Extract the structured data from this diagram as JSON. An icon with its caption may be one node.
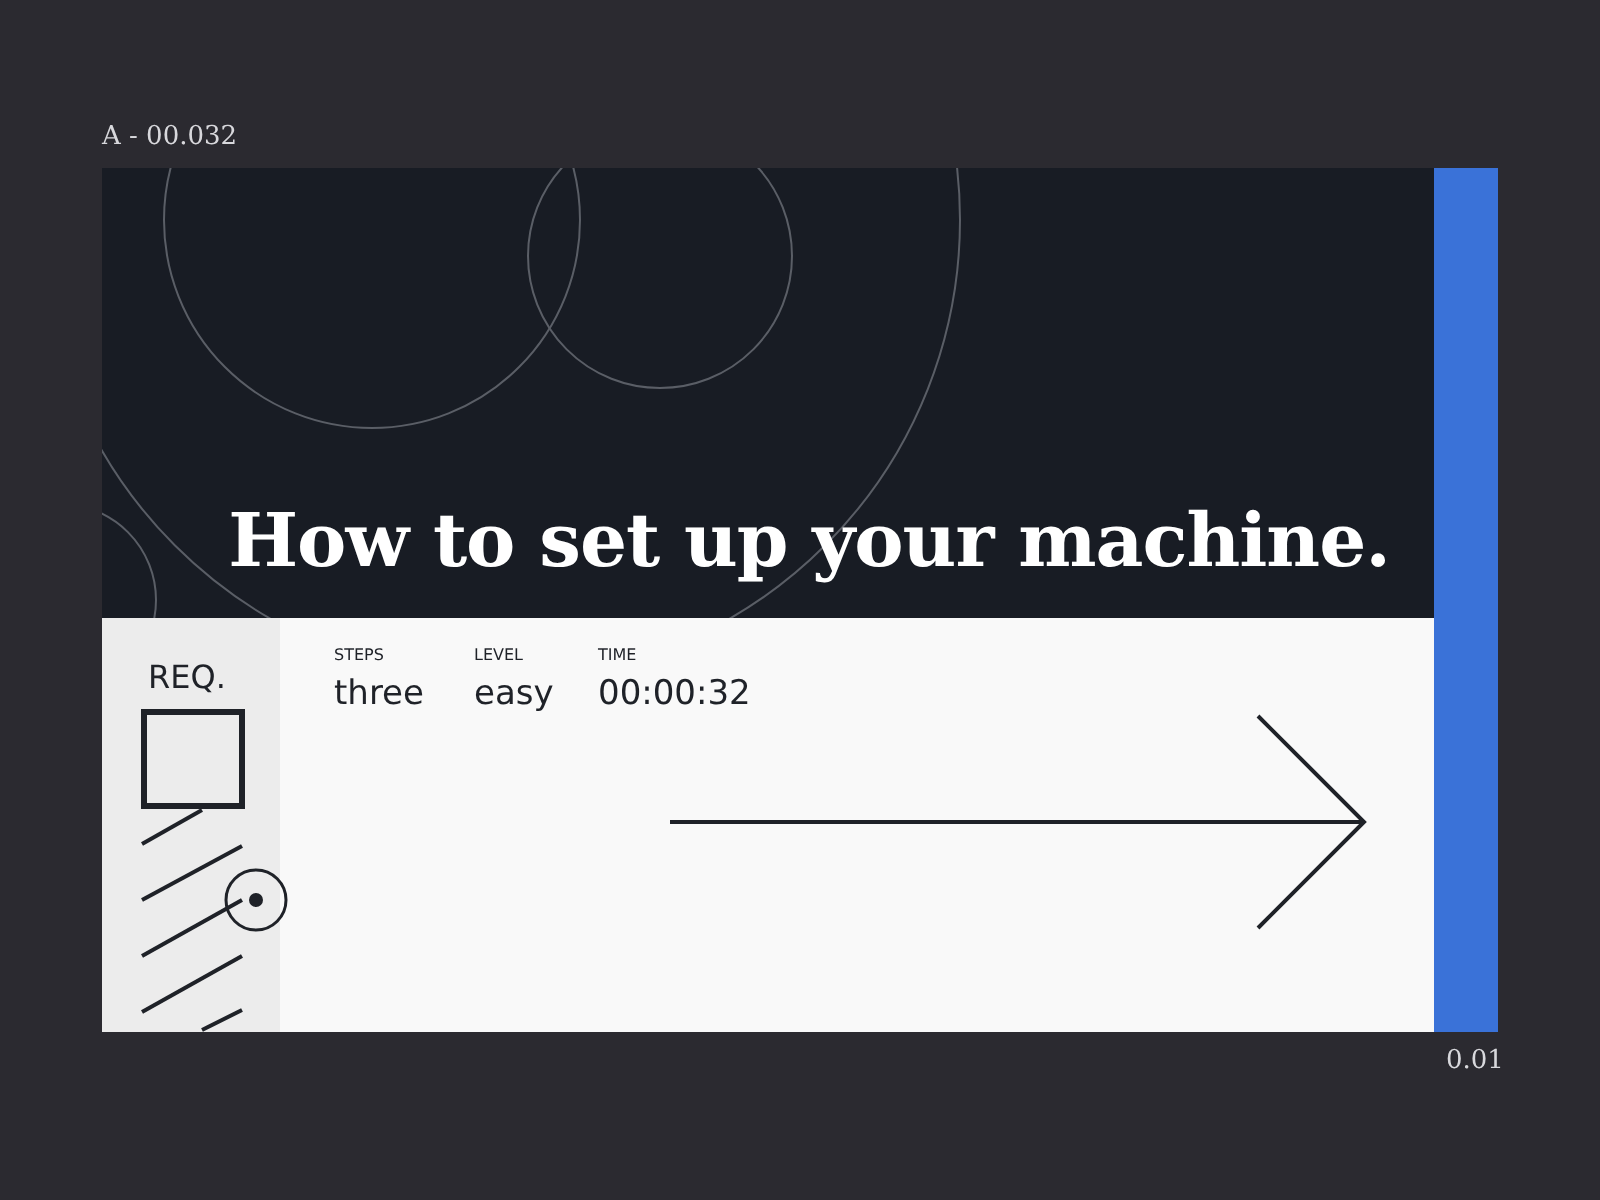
{
  "diagram": {
    "title": "How to set up your machine.",
    "labels": [
      "A - 00.032",
      "REQ.",
      "STEPS",
      "three",
      "LEVEL",
      "easy",
      "TIME",
      "00:00:32",
      "0.01"
    ]
  }
}
